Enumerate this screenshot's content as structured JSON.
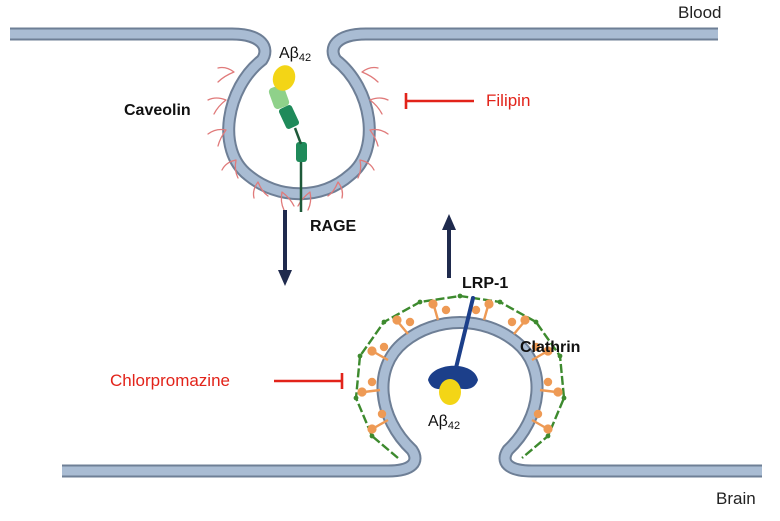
{
  "compartments": {
    "top": "Blood",
    "bottom": "Brain"
  },
  "labels": {
    "caveolin": "Caveolin",
    "rage": "RAGE",
    "lrp1": "LRP-1",
    "clathrin": "Clathrin",
    "ab_top": {
      "base": "Aβ",
      "sub": "42"
    },
    "ab_bottom": {
      "base": "Aβ",
      "sub": "42"
    }
  },
  "inhibitors": {
    "filipin": "Filipin",
    "chlorpromazine": "Chlorpromazine"
  },
  "colors": {
    "membrane": "#a9bcd3",
    "membrane_outline": "#6e7f96",
    "inhibitor": "#e2231a",
    "arrow": "#1f2a4d",
    "caveolin_coat": "#e07a7a",
    "clathrin_coat": "#3d8a2e",
    "rage_receptor": "#1f8a5a",
    "lrp1_receptor": "#1c3f8a",
    "amyloid": "#f3d516",
    "adaptor": "#ee9a55"
  }
}
